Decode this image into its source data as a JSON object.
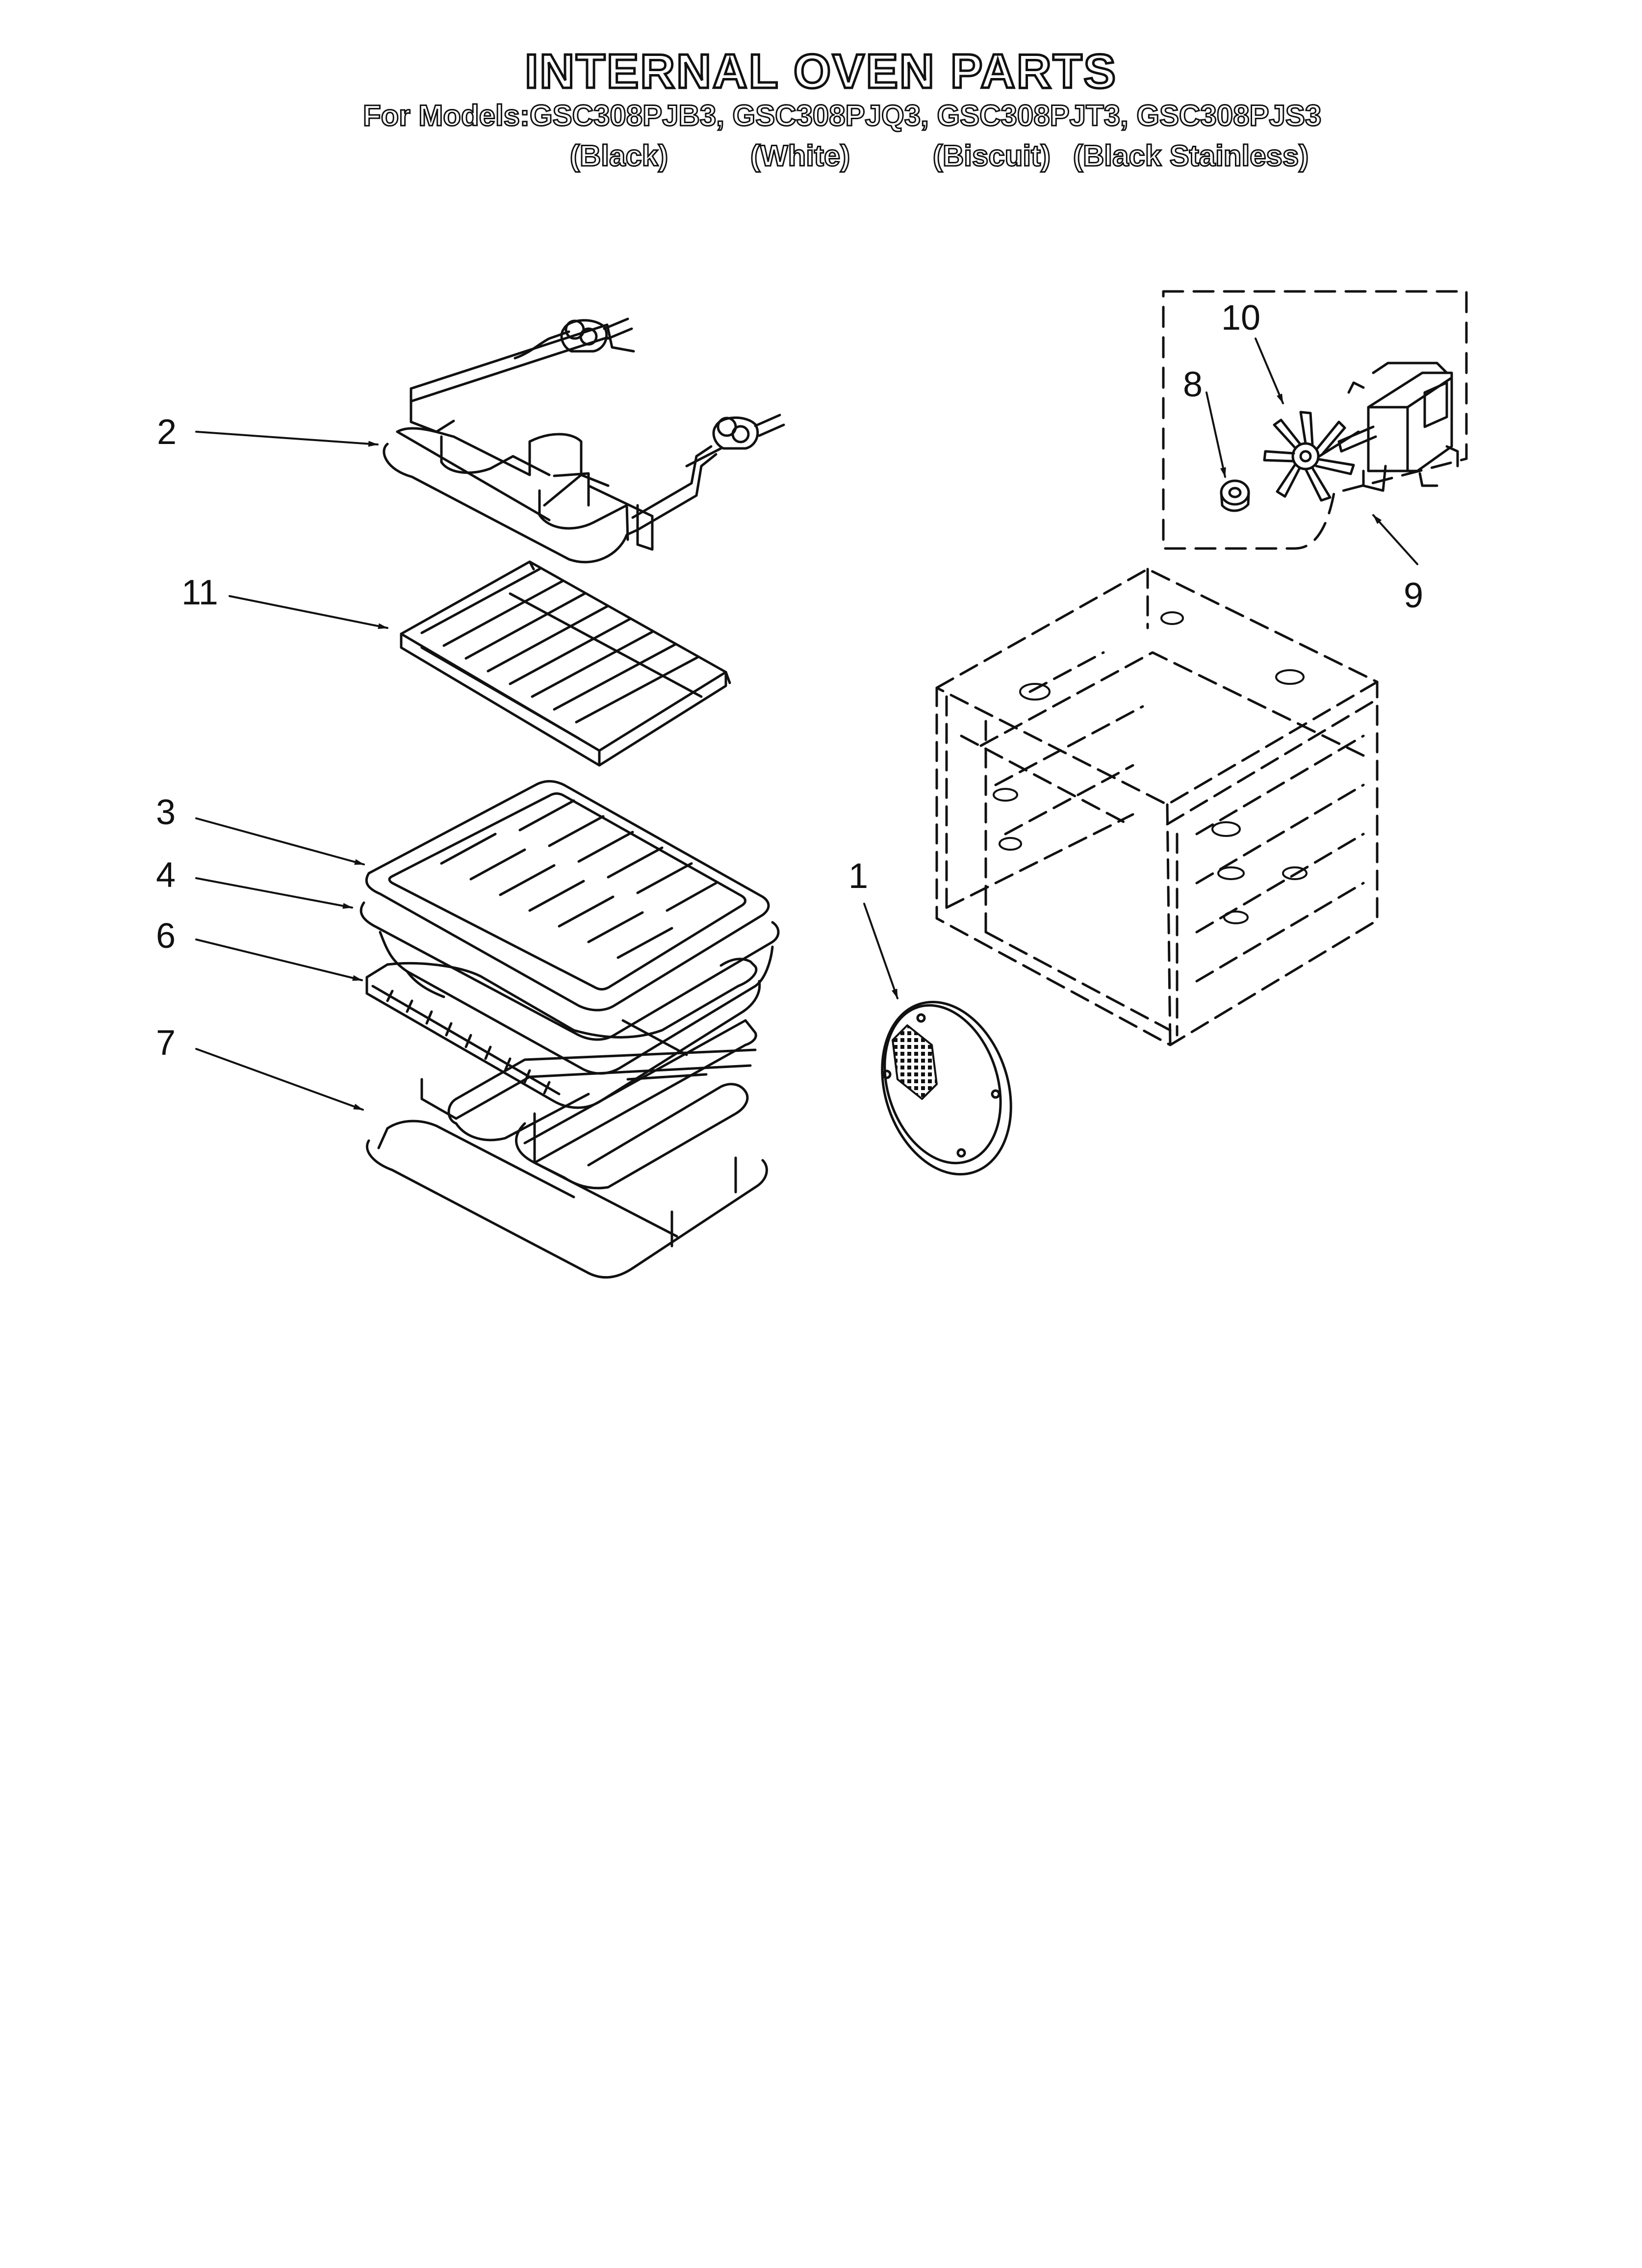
{
  "header": {
    "title": "INTERNAL OVEN PARTS",
    "models_line": "For Models:GSC308PJB3, GSC308PJQ3, GSC308PJT3, GSC308PJS3",
    "variants": [
      "(Black)",
      "(White)",
      "(Biscuit)",
      "(Black Stainless)"
    ]
  },
  "callouts": {
    "c1": "1",
    "c2": "2",
    "c3": "3",
    "c4": "4",
    "c6": "6",
    "c7": "7",
    "c8": "8",
    "c9": "9",
    "c10": "10",
    "c11": "11"
  },
  "colors": {
    "ink": "#111111",
    "paper": "#ffffff"
  }
}
